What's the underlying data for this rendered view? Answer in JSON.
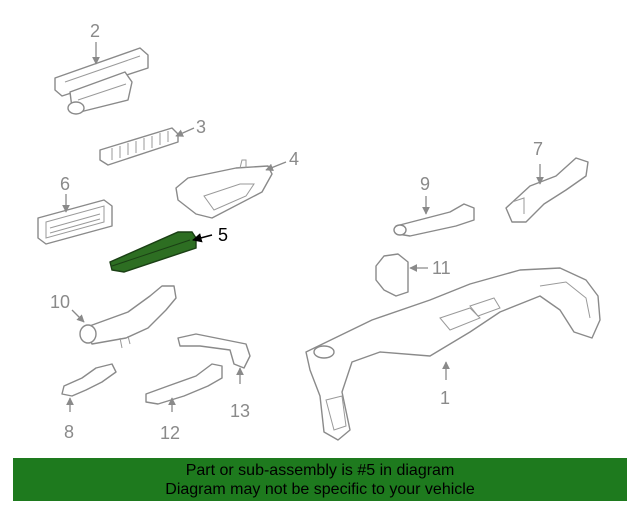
{
  "diagram": {
    "highlight_color": "#2d6e22",
    "callouts": {
      "c1": "1",
      "c2": "2",
      "c3": "3",
      "c4": "4",
      "c5": "5",
      "c6": "6",
      "c7": "7",
      "c8": "8",
      "c9": "9",
      "c10": "10",
      "c11": "11",
      "c12": "12",
      "c13": "13"
    },
    "highlighted_part": "5"
  },
  "banner": {
    "line1": "Part or sub-assembly is #5 in diagram",
    "line2": "Diagram may not be specific to your vehicle",
    "color": "#1e7a1e"
  }
}
